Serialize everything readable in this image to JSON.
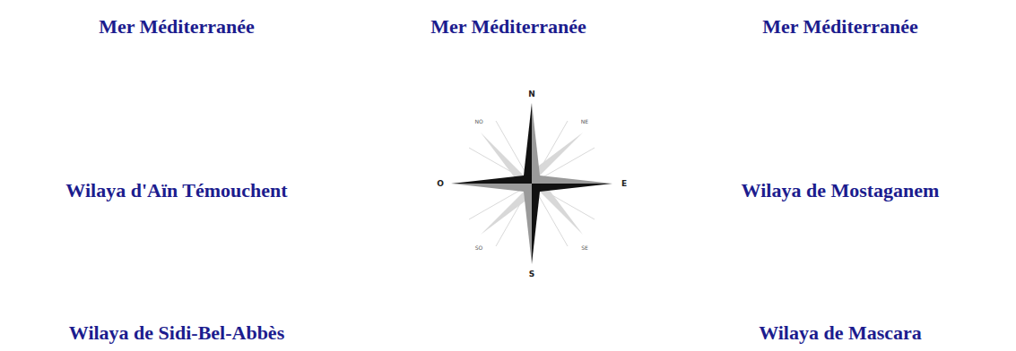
{
  "diagram": {
    "labels": [
      "Mer Méditerranée",
      "Mer Méditerranée",
      "Mer Méditerranée",
      "NO",
      "N",
      "NE",
      "Wilaya d'Aïn Témouchent",
      "O",
      "E",
      "Wilaya de Mostaganem",
      "SO",
      "SE",
      "S",
      "Wilaya de Sidi-Bel-Abbès",
      "Wilaya de Mascara"
    ]
  }
}
